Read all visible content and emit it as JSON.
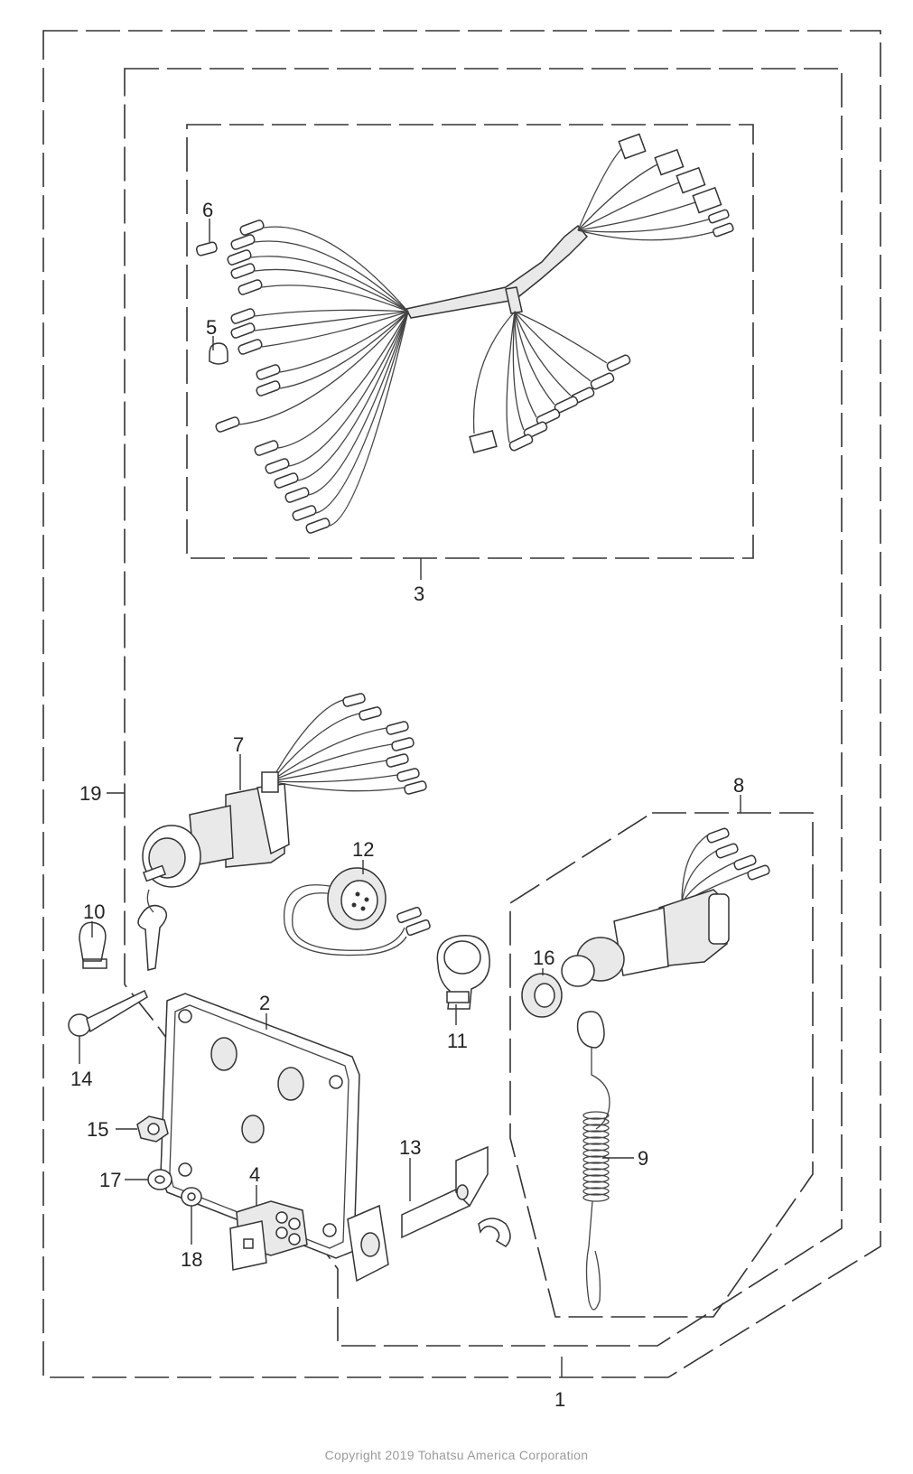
{
  "callouts": {
    "c1": "1",
    "c2": "2",
    "c3": "3",
    "c4": "4",
    "c5": "5",
    "c6": "6",
    "c7": "7",
    "c8": "8",
    "c9": "9",
    "c10": "10",
    "c11": "11",
    "c12": "12",
    "c13": "13",
    "c14": "14",
    "c15": "15",
    "c16": "16",
    "c17": "17",
    "c18": "18",
    "c19": "19"
  },
  "footer": {
    "copyright": "Copyright 2019 Tohatsu America Corporation"
  }
}
